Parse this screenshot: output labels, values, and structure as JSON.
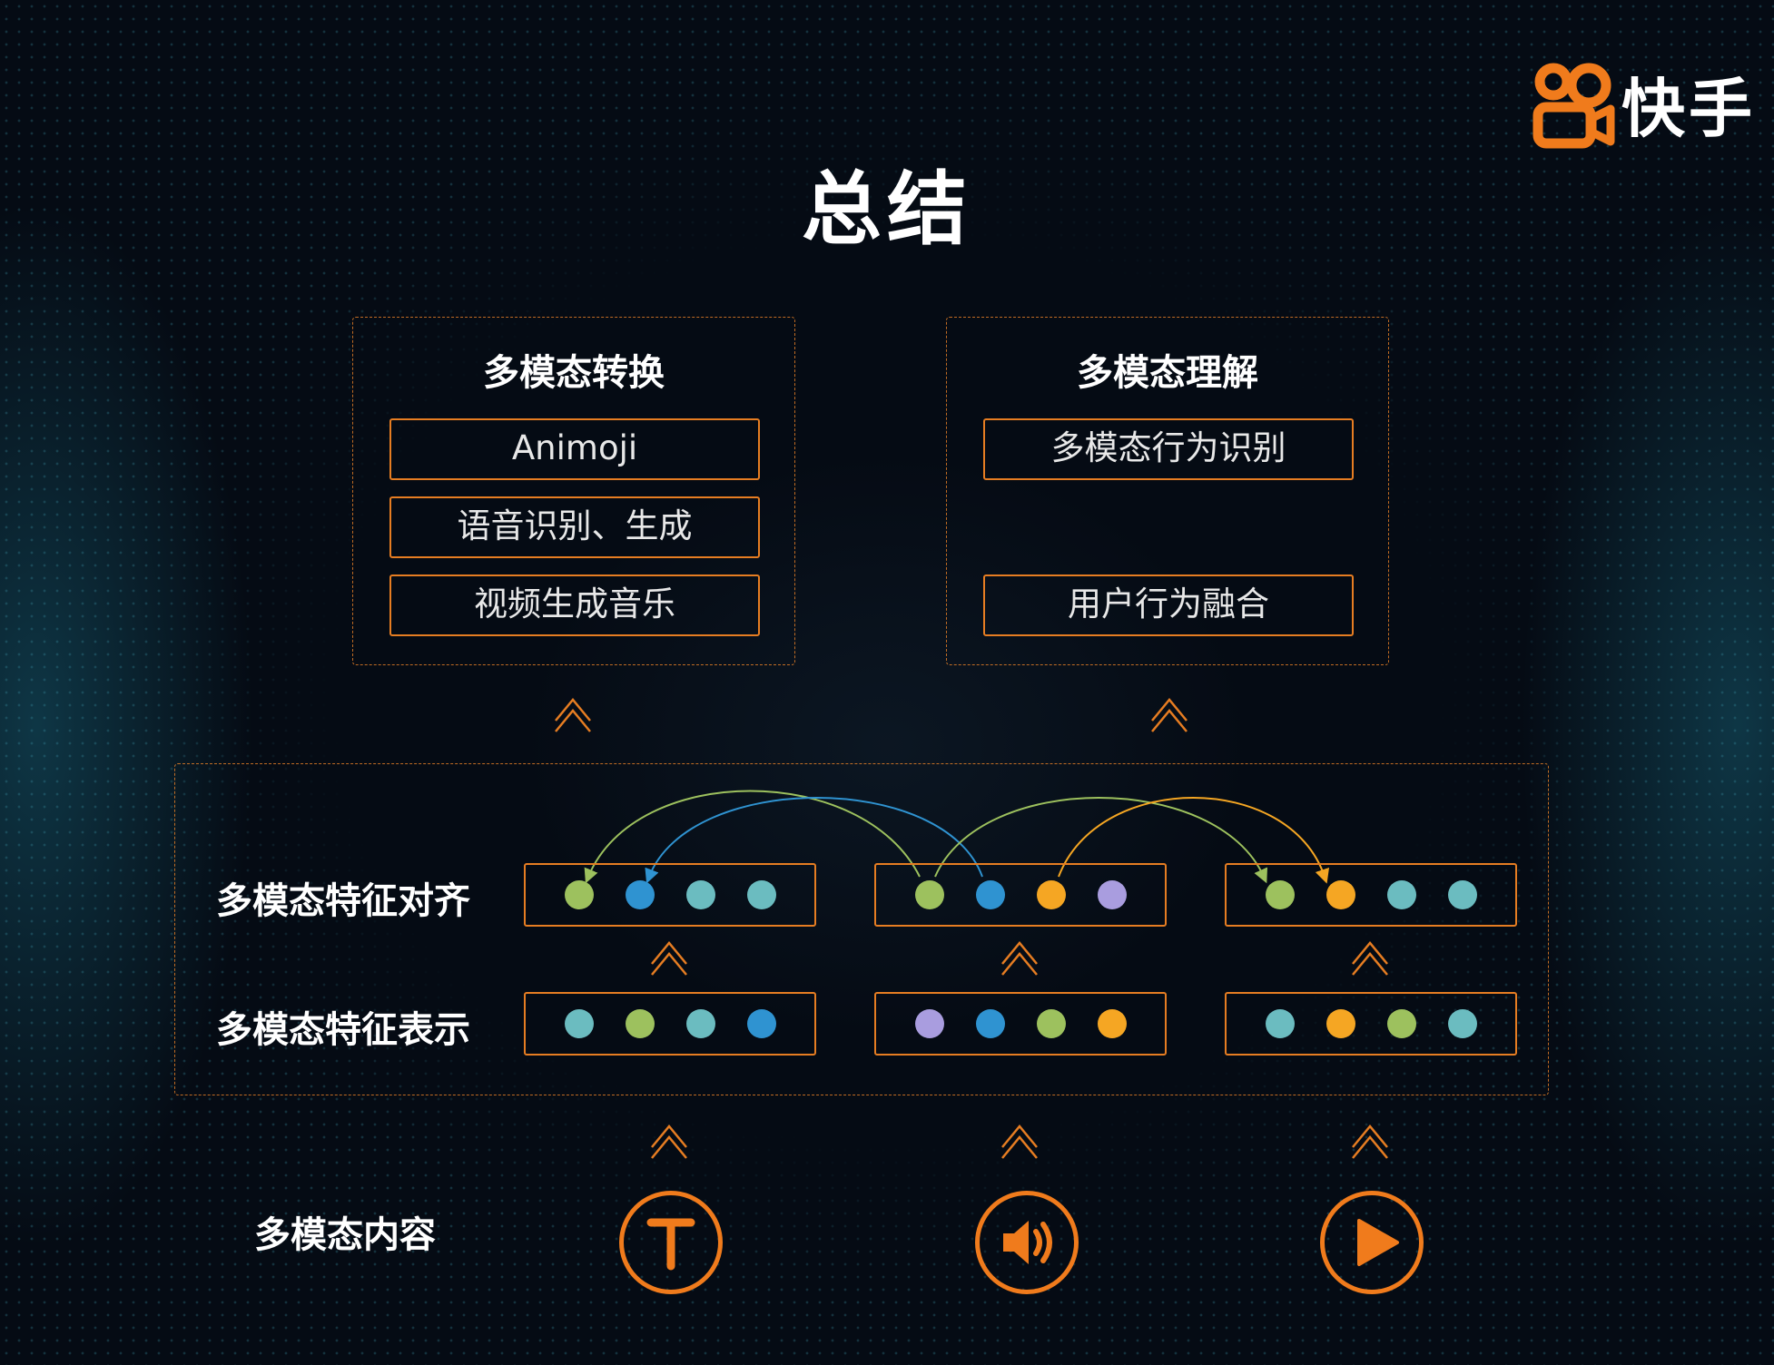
{
  "brand": {
    "name": "快手"
  },
  "title": "总结",
  "panel_left": {
    "heading": "多模态转换",
    "items": [
      "Animoji",
      "语音识别、生成",
      "视频生成音乐"
    ]
  },
  "panel_right": {
    "heading": "多模态理解",
    "items": [
      "多模态行为识别",
      "用户行为融合"
    ]
  },
  "rows": {
    "alignment": "多模态特征对齐",
    "representation": "多模态特征表示",
    "content": "多模态内容"
  },
  "colors": {
    "accent": "#f07b1c",
    "border": "#e67d22",
    "green": "#9dc15e",
    "blue": "#2f93d1",
    "teal": "#6bbcc0",
    "orange": "#f5a623",
    "purple": "#a99ddf"
  },
  "alignment_groups": [
    [
      "green",
      "blue",
      "teal",
      "teal"
    ],
    [
      "green",
      "blue",
      "orange",
      "purple"
    ],
    [
      "green",
      "orange",
      "teal",
      "teal"
    ]
  ],
  "representation_groups": [
    [
      "teal",
      "green",
      "teal",
      "blue"
    ],
    [
      "purple",
      "blue",
      "green",
      "orange"
    ],
    [
      "teal",
      "orange",
      "green",
      "teal"
    ]
  ],
  "content_icons": [
    "text-icon",
    "audio-icon",
    "video-play-icon"
  ]
}
